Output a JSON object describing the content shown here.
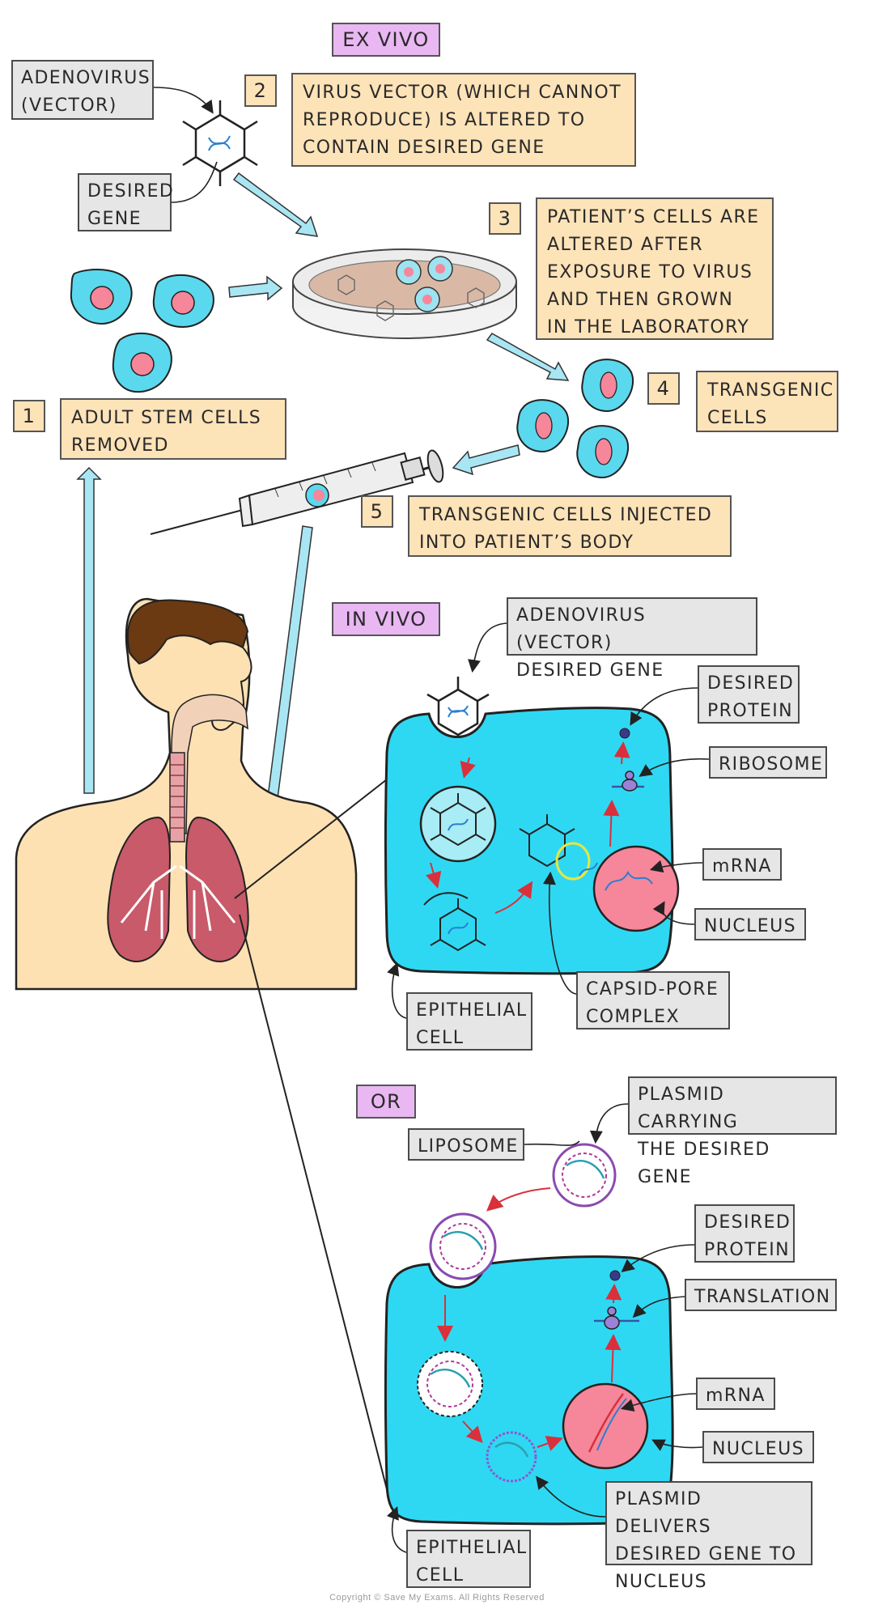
{
  "headers": {
    "ex_vivo": "EX VIVO",
    "in_vivo": "IN VIVO",
    "or": "OR"
  },
  "steps": {
    "s1_num": "1",
    "s1_text": "ADULT STEM CELLS\nREMOVED",
    "s2_num": "2",
    "s2_text": "VIRUS VECTOR (WHICH CANNOT\nREPRODUCE) IS ALTERED TO\nCONTAIN DESIRED GENE",
    "s3_num": "3",
    "s3_text": "PATIENT’S CELLS ARE\nALTERED AFTER\nEXPOSURE TO VIRUS\nAND THEN GROWN\nIN THE LABORATORY",
    "s4_num": "4",
    "s4_text": "TRANSGENIC\nCELLS",
    "s5_num": "5",
    "s5_text": "TRANSGENIC CELLS INJECTED\nINTO PATIENT’S BODY"
  },
  "tags": {
    "adenovirus_vector": "ADENOVIRUS\n(VECTOR)",
    "desired_gene": "DESIRED\nGENE",
    "adenovirus_desired": "ADENOVIRUS (VECTOR)\nDESIRED GENE",
    "desired_protein_1": "DESIRED\nPROTEIN",
    "ribosome": "RIBOSOME",
    "mrna_1": "mRNA",
    "nucleus_1": "NUCLEUS",
    "capsid_pore": "CAPSID-PORE\nCOMPLEX",
    "epithelial_1": "EPITHELIAL\nCELL",
    "plasmid_carrying": "PLASMID CARRYING\nTHE DESIRED GENE",
    "liposome": "LIPOSOME",
    "desired_protein_2": "DESIRED\nPROTEIN",
    "translation": "TRANSLATION",
    "mrna_2": "mRNA",
    "nucleus_2": "NUCLEUS",
    "plasmid_delivers": "PLASMID DELIVERS\nDESIRED GENE TO\nNUCLEUS",
    "epithelial_2": "EPITHELIAL\nCELL"
  },
  "colors": {
    "cell_cyan": "#2fd8f2",
    "stem_cell": "#5ad8ee",
    "nucleus_pink": "#f6869a",
    "arrow_blue": "#a9e6f3",
    "arrow_red": "#d9303c",
    "skin": "#fde1b3",
    "hair": "#6b3a12",
    "lung": "#c85a6a",
    "step_box": "#fde3b8",
    "header_purple": "#e9b7f2",
    "tag_grey": "#e6e6e6",
    "capsid_ring": "#e6e640"
  },
  "copyright": "Copyright © Save My Exams. All Rights Reserved"
}
